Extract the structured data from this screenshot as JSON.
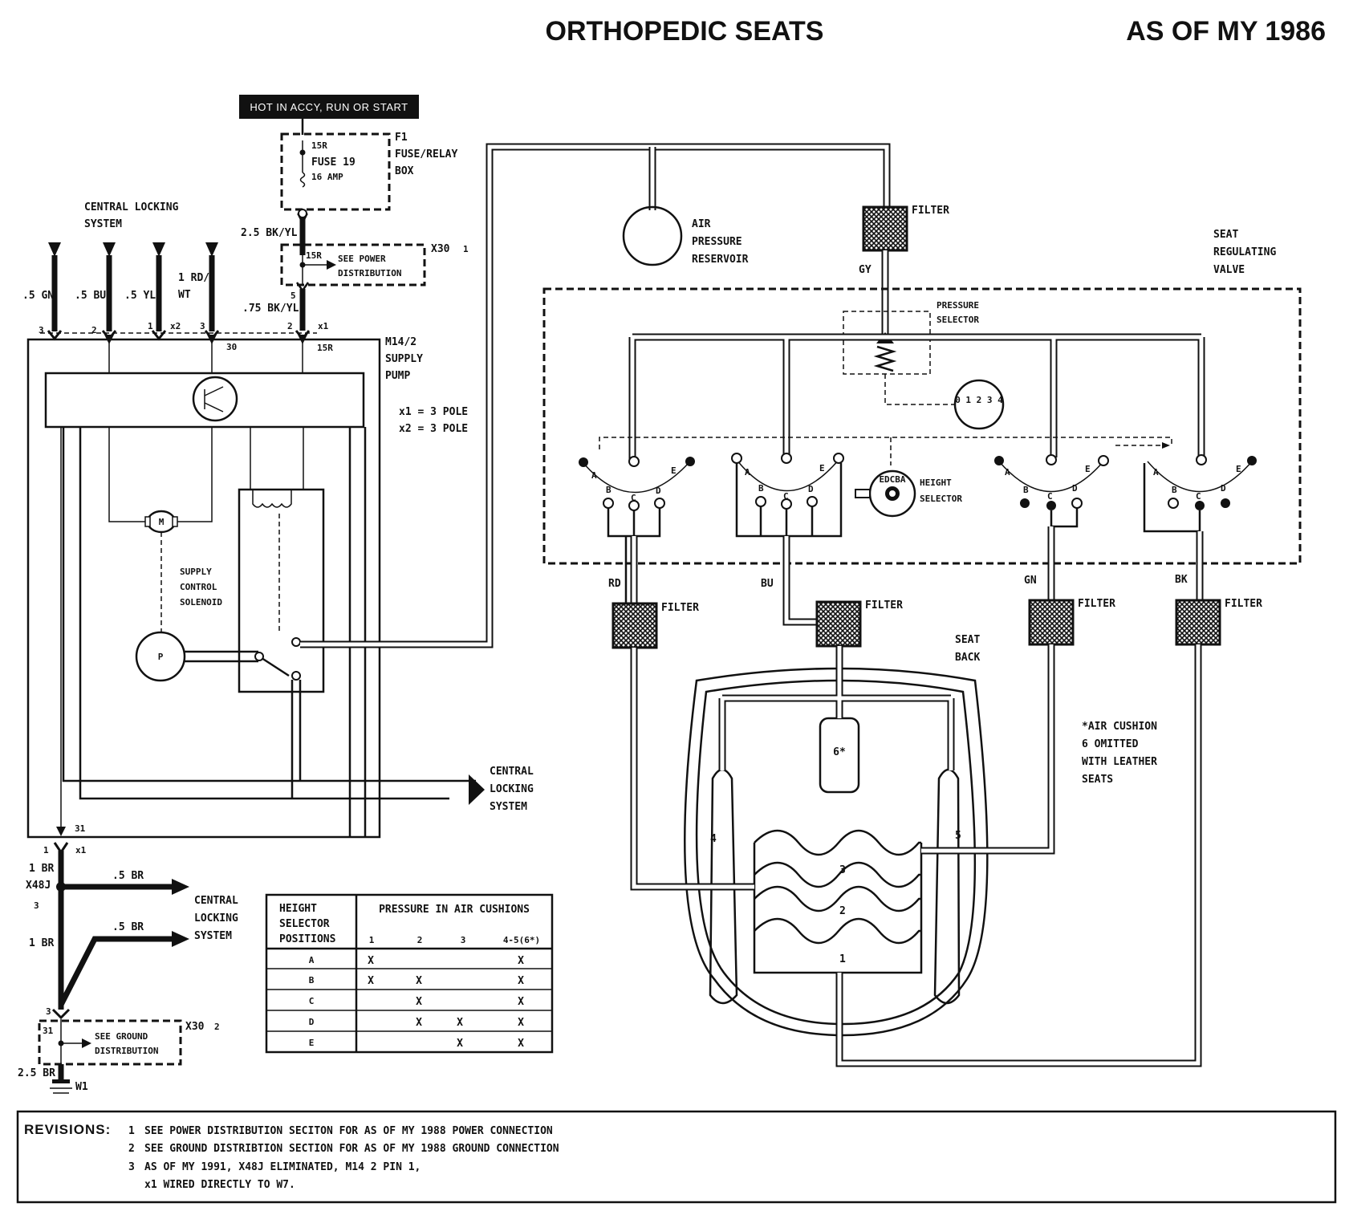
{
  "header": {
    "title": "ORTHOPEDIC SEATS",
    "model_year": "AS OF MY 1986"
  },
  "power": {
    "hot_label": "HOT IN ACCY, RUN OR START",
    "fuse_pin": "15R",
    "fuse_name": "FUSE 19",
    "fuse_amp": "16 AMP",
    "f1_label": "F1",
    "f1_line1": "FUSE/RELAY",
    "f1_line2": "BOX",
    "wire_top": "2.5 BK/YL",
    "x30_pin": "15R",
    "x30_line1": "SEE POWER",
    "x30_line2": "DISTRIBUTION",
    "x30_label": "X30",
    "x30_note": "1",
    "pin5": "5",
    "wire_bottom": ".75 BK/YL"
  },
  "central_top": {
    "line1": "CENTRAL LOCKING",
    "line2": "SYSTEM",
    "wires": [
      ".5 GN",
      ".5 BU",
      ".5 YL",
      "1 RD/",
      "WT"
    ],
    "pins": [
      "3",
      "2",
      "1",
      "3",
      "2"
    ],
    "x2": "x2",
    "x1": "x1",
    "pin30": "30",
    "pin15r": "15R"
  },
  "pump": {
    "label1": "M14/2",
    "label2": "SUPPLY",
    "label3": "PUMP",
    "pole1": "x1 = 3 POLE",
    "pole2": "x2 = 3 POLE",
    "motor": "M",
    "sol1": "SUPPLY",
    "sol2": "CONTROL",
    "sol3": "SOLENOID",
    "pump_letter": "P",
    "central_out1": "CENTRAL",
    "central_out2": "LOCKING",
    "central_out3": "SYSTEM"
  },
  "ground": {
    "pin31": "31",
    "pin1": "1",
    "x1": "x1",
    "wire1": "1 BR",
    "x48j": "X48J",
    "note3": "3",
    "wire_br5a": ".5 BR",
    "wire_br5b": ".5 BR",
    "wire2": "1 BR",
    "central1": "CENTRAL",
    "central2": "LOCKING",
    "central3": "SYSTEM",
    "pin3": "3",
    "pin31b": "31",
    "see1": "SEE GROUND",
    "see2": "DISTRIBUTION",
    "x30": "X30",
    "x30_note": "2",
    "wire3": "2.5 BR",
    "w1": "W1"
  },
  "pneumatic": {
    "reservoir1": "AIR",
    "reservoir2": "PRESSURE",
    "reservoir3": "RESERVOIR",
    "filter": "FILTER",
    "gy": "GY",
    "valve1": "SEAT",
    "valve2": "REGULATING",
    "valve3": "VALVE",
    "pressure_sel1": "PRESSURE",
    "pressure_sel2": "SELECTOR",
    "dial_digits": "0 1 2 3 4",
    "height1": "HEIGHT",
    "height2": "SELECTOR",
    "height_dial": "EDCBA",
    "ports": [
      "A",
      "B",
      "C",
      "D",
      "E"
    ],
    "colors": [
      "RD",
      "BU",
      "GN",
      "BK"
    ],
    "seatback1": "SEAT",
    "seatback2": "BACK",
    "cushions": [
      "1",
      "2",
      "3",
      "4",
      "5",
      "6*"
    ],
    "note1": "*AIR CUSHION",
    "note2": "6 OMITTED",
    "note3": "WITH LEATHER",
    "note4": "SEATS"
  },
  "table": {
    "col1_line1": "HEIGHT",
    "col1_line2": "SELECTOR",
    "col1_line3": "POSITIONS",
    "col2_header": "PRESSURE IN AIR CUSHIONS",
    "sub": [
      "1",
      "2",
      "3",
      "4-5(6*)"
    ],
    "rows": [
      {
        "pos": "A",
        "c1": "X",
        "c2": "",
        "c3": "",
        "c4": "X"
      },
      {
        "pos": "B",
        "c1": "X",
        "c2": "X",
        "c3": "",
        "c4": "X"
      },
      {
        "pos": "C",
        "c1": "",
        "c2": "X",
        "c3": "",
        "c4": "X"
      },
      {
        "pos": "D",
        "c1": "",
        "c2": "X",
        "c3": "X",
        "c4": "X"
      },
      {
        "pos": "E",
        "c1": "",
        "c2": "",
        "c3": "X",
        "c4": "X"
      }
    ]
  },
  "revisions": {
    "heading": "REVISIONS:",
    "items": [
      {
        "num": "1",
        "text": "SEE POWER DISTRIBUTION SECITON FOR AS OF MY 1988 POWER CONNECTION"
      },
      {
        "num": "2",
        "text": "SEE GROUND DISTRIBTION SECTION FOR AS OF MY 1988 GROUND CONNECTION"
      },
      {
        "num": "3",
        "text": "AS OF MY 1991, X48J ELIMINATED, M14 2 PIN 1,"
      }
    ],
    "item3_cont": "x1 WIRED DIRECTLY TO W7."
  }
}
